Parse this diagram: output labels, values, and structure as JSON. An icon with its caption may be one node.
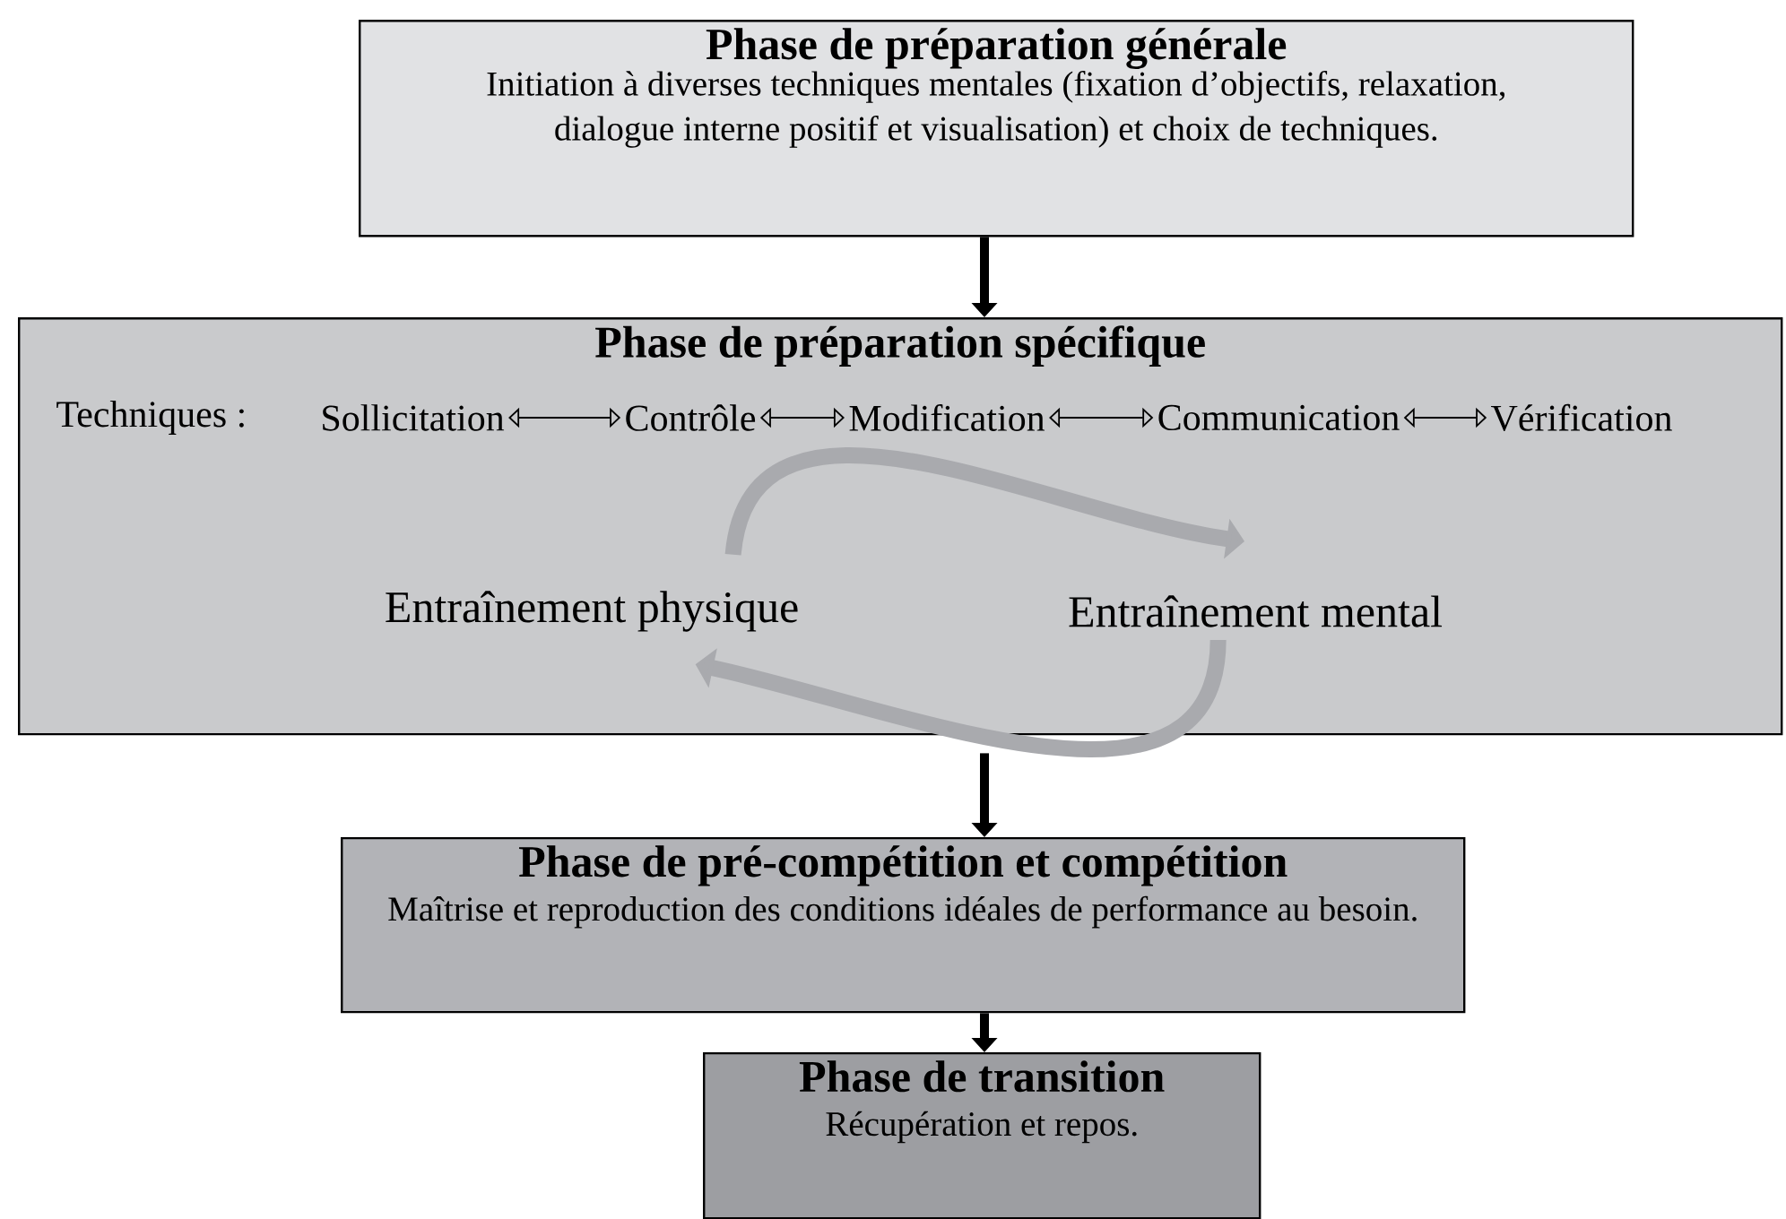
{
  "diagram": {
    "nodes": [
      {
        "text": [
          "Phase de préparation générale",
          "Initiation à diverses techniques mentales (fixation d’objectifs, relaxation, dialogue interne positif et visualisation) et choix de techniques."
        ]
      },
      {
        "text": [
          "Phase de préparation spécifique"
        ]
      },
      {
        "text": [
          "Sollicitation"
        ],
        "in": 1
      },
      {
        "text": [
          "Contrôle"
        ],
        "in": 1
      },
      {
        "text": [
          "Modification"
        ],
        "in": 1
      },
      {
        "text": [
          "Communication"
        ],
        "in": 1
      },
      {
        "text": [
          "Vérification"
        ],
        "in": 1
      },
      {
        "text": [
          "Entraînement physique"
        ],
        "in": 1
      },
      {
        "text": [
          "Entraînement mental"
        ],
        "in": 1
      },
      {
        "text": [
          "Phase de pré-compétition et compétition",
          "Maîtrise et reproduction des conditions idéales de performance au besoin."
        ]
      },
      {
        "text": [
          "Phase de transition",
          "Récupération et repos."
        ]
      }
    ],
    "edges": [
      {
        "from": 0,
        "to": 1,
        "arrow": "to"
      },
      {
        "from": 2,
        "to": 3,
        "arrow": "both"
      },
      {
        "from": 3,
        "to": 4,
        "arrow": "both"
      },
      {
        "from": 4,
        "to": 5,
        "arrow": "both"
      },
      {
        "from": 5,
        "to": 6,
        "arrow": "both"
      },
      {
        "from": 7,
        "to": 8,
        "arrow": "to",
        "style": "thick",
        "color": "#a9aaae"
      },
      {
        "from": 8,
        "to": 7,
        "arrow": "to",
        "style": "thick",
        "color": "#a9aaae"
      },
      {
        "from": 1,
        "to": 9,
        "arrow": "to"
      },
      {
        "from": 9,
        "to": 10,
        "arrow": "to"
      }
    ],
    "labels": [
      "Techniques :"
    ]
  }
}
